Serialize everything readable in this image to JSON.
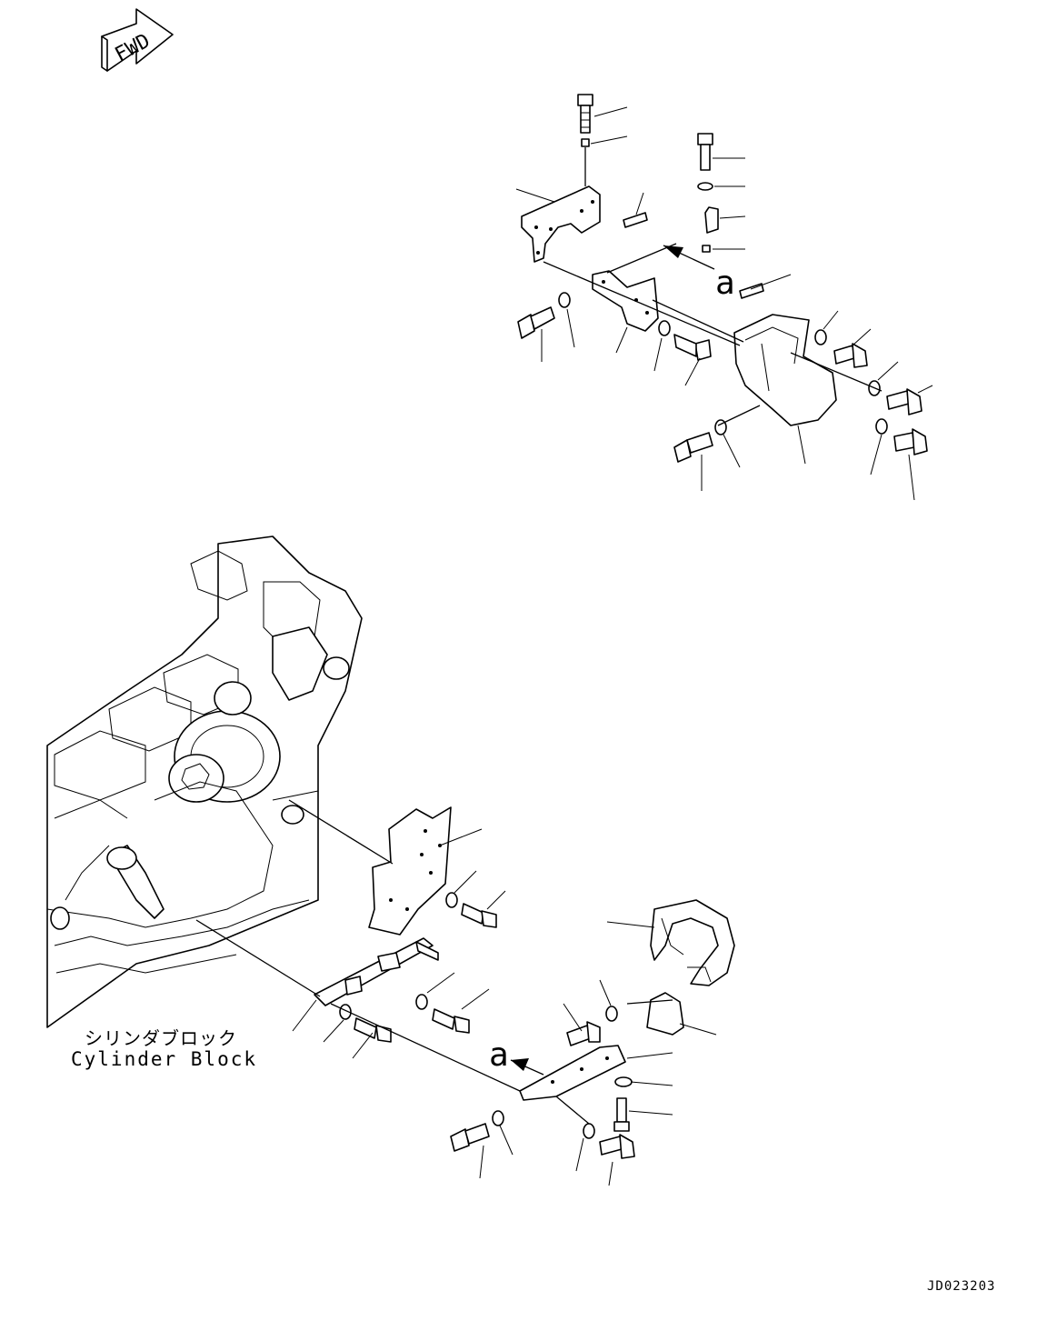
{
  "fwd_badge": "FWD",
  "view_marker": "a",
  "cylinder_block_jp": "シリンダブロック",
  "cylinder_block_en": "Cylinder Block",
  "drawing_code": "JD023203"
}
